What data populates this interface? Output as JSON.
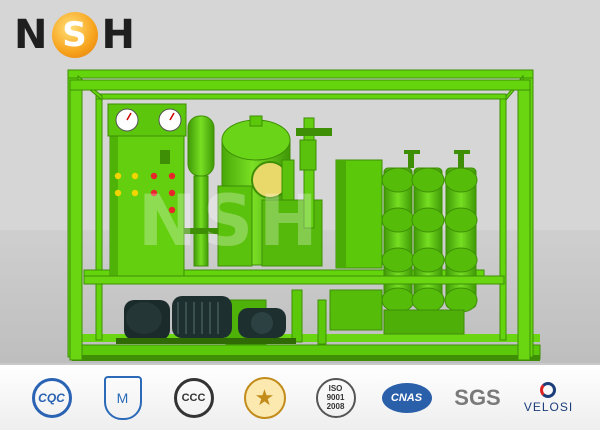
{
  "logo": {
    "left": "N",
    "middle": "S",
    "right": "H"
  },
  "watermark": "NSH",
  "colors": {
    "machine_green": "#5bc80a",
    "frame_green": "#64d40c",
    "dark_green": "#3e8f06",
    "motor_dark": "#1b2a2a",
    "sky": "#c9c9c9"
  },
  "certifications": [
    {
      "icon": "cqc-icon",
      "text": "CQC"
    },
    {
      "icon": "shield-icon",
      "text": "M"
    },
    {
      "icon": "ccc-icon",
      "text": "CCC"
    },
    {
      "icon": "star-badge-icon",
      "text": "★"
    },
    {
      "icon": "iso-icon",
      "text": "ISO",
      "subtext": "9001\n2008"
    },
    {
      "icon": "cnas-icon",
      "text": "CNAS"
    },
    {
      "icon": "sgs-icon",
      "text": "SGS"
    },
    {
      "icon": "velosi-icon",
      "text": "VELOSI"
    }
  ]
}
